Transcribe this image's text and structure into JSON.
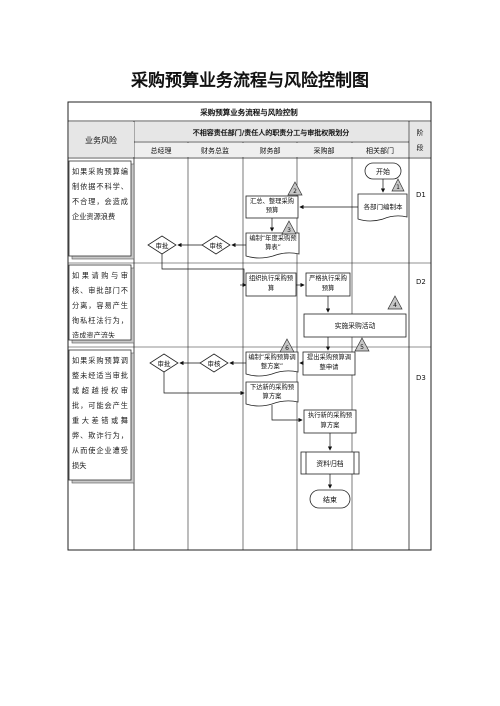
{
  "page_title": "采购预算业务流程与风险控制图",
  "table": {
    "title": "采购预算业务流程与风险控制",
    "risk_col_header": "业务风险",
    "duty_header": "不相容责任部门/责任人的职责分工与审批权限划分",
    "stage_header": "阶段",
    "columns": [
      "总经理",
      "财务总监",
      "财务部",
      "采购部",
      "相关部门"
    ]
  },
  "risks": [
    "如果采购预算编制依据不科学、不合理，会造成企业资源浪费",
    "如果请购与审核、审批部门不分离，容易产生徇私枉法行为，造成资产流失",
    "如果采购预算调整未经适当审批或超越授权审批，可能会产生重大差错或舞弊、欺诈行为，从而使企业遭受损失"
  ],
  "stages": [
    "D1",
    "D2",
    "D3"
  ],
  "nodes": {
    "start": "开始",
    "dept_compile": "各部门编制本",
    "summarize": "汇总、整理采购预算",
    "compile_annual": "编制“年度采购预算表”",
    "review1": "审核",
    "approve1": "审批",
    "organize_exec": "组织执行采购预算",
    "strict_exec": "严格执行采购预算",
    "implement": "实施采购活动",
    "adjust_request": "提出采购预算调整申请",
    "compile_adjust": "编制“采购预算调整方案”",
    "review2": "审核",
    "approve2": "审批",
    "issue_new": "下达新的采购预算方案",
    "exec_new": "执行新的采购预算方案",
    "archive": "资料归档",
    "end": "结束"
  },
  "markers": [
    "1",
    "2",
    "3",
    "4",
    "5",
    "6"
  ]
}
